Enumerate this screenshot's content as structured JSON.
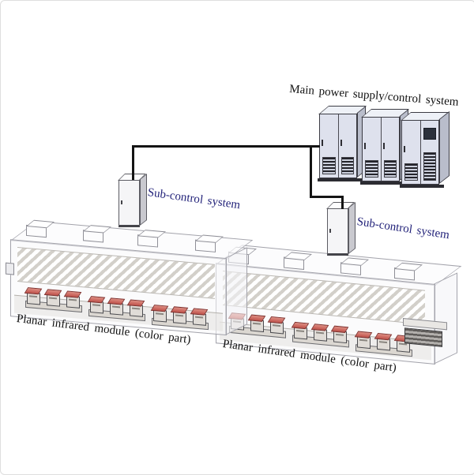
{
  "title": {
    "text": "Main power supply/control system"
  },
  "labels": {
    "sub_control_left": "Sub-control system",
    "sub_control_right": "Sub-control system",
    "module_left": "Planar infrared module (color part)",
    "module_right": "Planar infrared module (color part)"
  },
  "colors": {
    "title_text": "#111111",
    "sub_control_text": "#23237a",
    "module_label_text": "#111111",
    "wire": "#141414",
    "cabinet_body": "#dee1ed",
    "cabinet_top": "#eef1f7",
    "cabinet_side": "#b9bdcb",
    "cabinet_vent": "#23232a",
    "emitter_red": "#c0524b",
    "wireframe": "#a3a3ab"
  },
  "structure": {
    "main_cabinets": 3,
    "sub_control_cabinets": 2,
    "planar_modules": 2,
    "emitter_clusters_per_module": 3,
    "emitters_per_cluster": 3,
    "roof_vent_boxes_per_module": 4
  }
}
